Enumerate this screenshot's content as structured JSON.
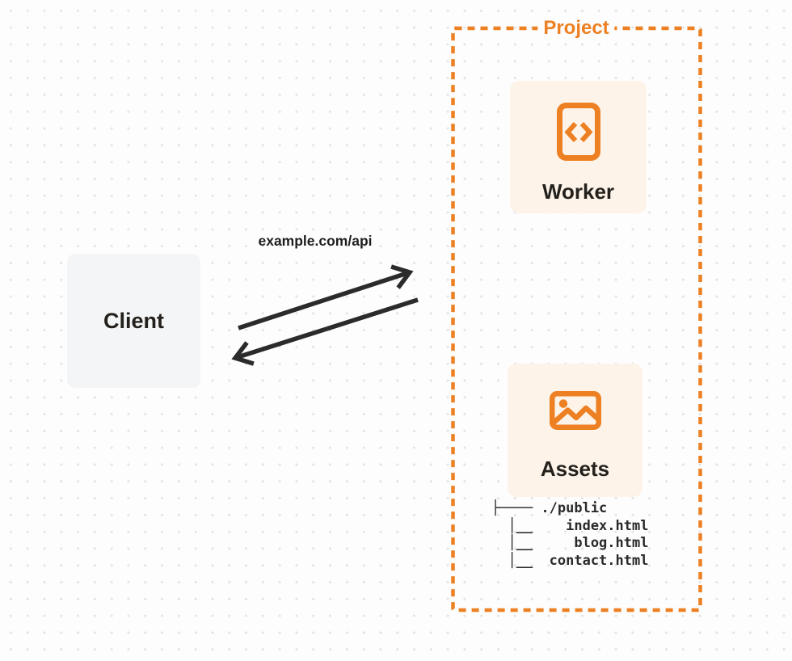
{
  "colors": {
    "accent": "#ED8022",
    "card_bg": "#FDF3E8",
    "client_bg": "#F4F5F6",
    "text_dark": "#24211D",
    "arrow": "#2B2B2B",
    "page_bg": "#FDFDFD",
    "dot": "#E3E3E3"
  },
  "diagram": {
    "client": {
      "label": "Client"
    },
    "request_label": "example.com/api",
    "project": {
      "label": "Project",
      "worker": {
        "label": "Worker",
        "icon": "code-icon"
      },
      "assets": {
        "label": "Assets",
        "icon": "image-icon",
        "tree": "├──── ./public\n  │__    index.html\n  │__     blog.html\n  │__  contact.html"
      }
    }
  }
}
